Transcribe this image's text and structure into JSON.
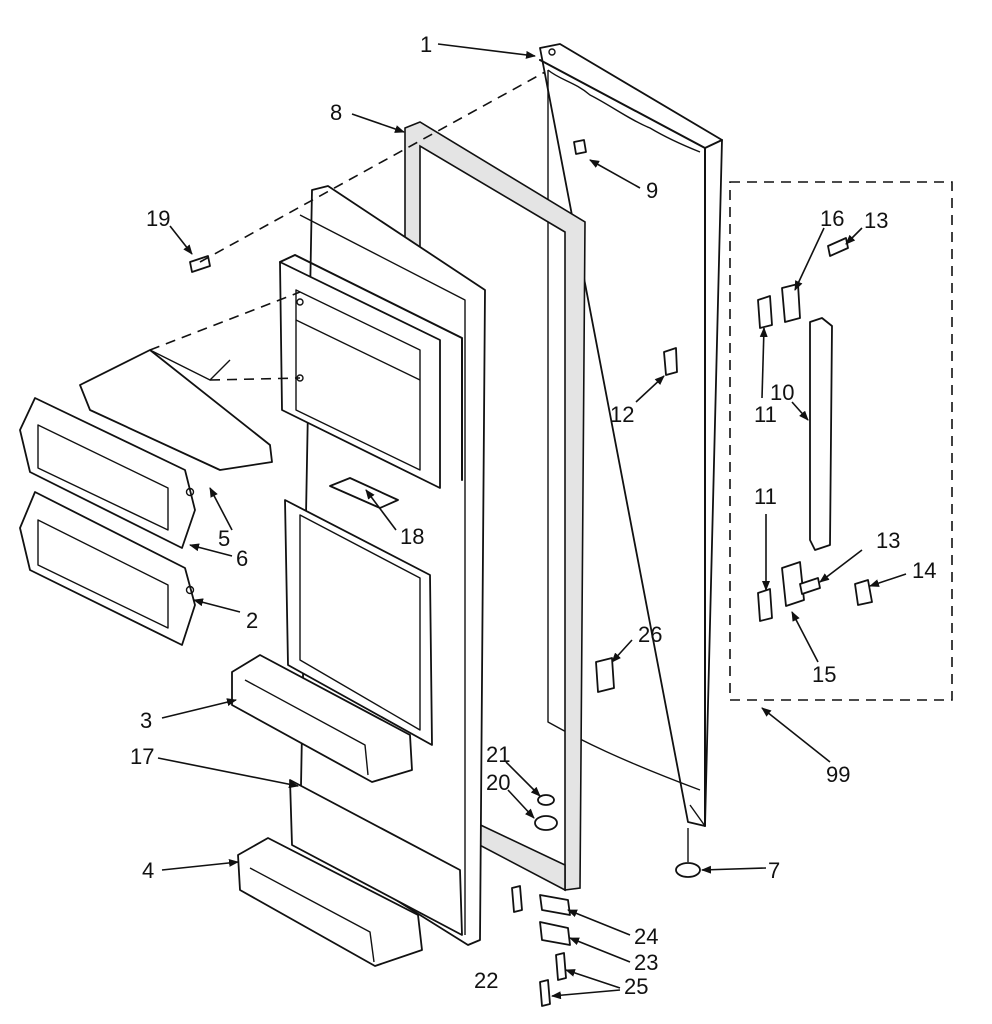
{
  "callouts": {
    "c1": "1",
    "c2": "2",
    "c3": "3",
    "c4": "4",
    "c5": "5",
    "c6": "6",
    "c7": "7",
    "c8": "8",
    "c9": "9",
    "c10": "10",
    "c11a": "11",
    "c11b": "11",
    "c12": "12",
    "c13a": "13",
    "c13b": "13",
    "c14": "14",
    "c15": "15",
    "c16": "16",
    "c17": "17",
    "c18": "18",
    "c19": "19",
    "c20": "20",
    "c21": "21",
    "c22": "22",
    "c23": "23",
    "c24": "24",
    "c25": "25",
    "c26": "26",
    "c99": "99"
  }
}
